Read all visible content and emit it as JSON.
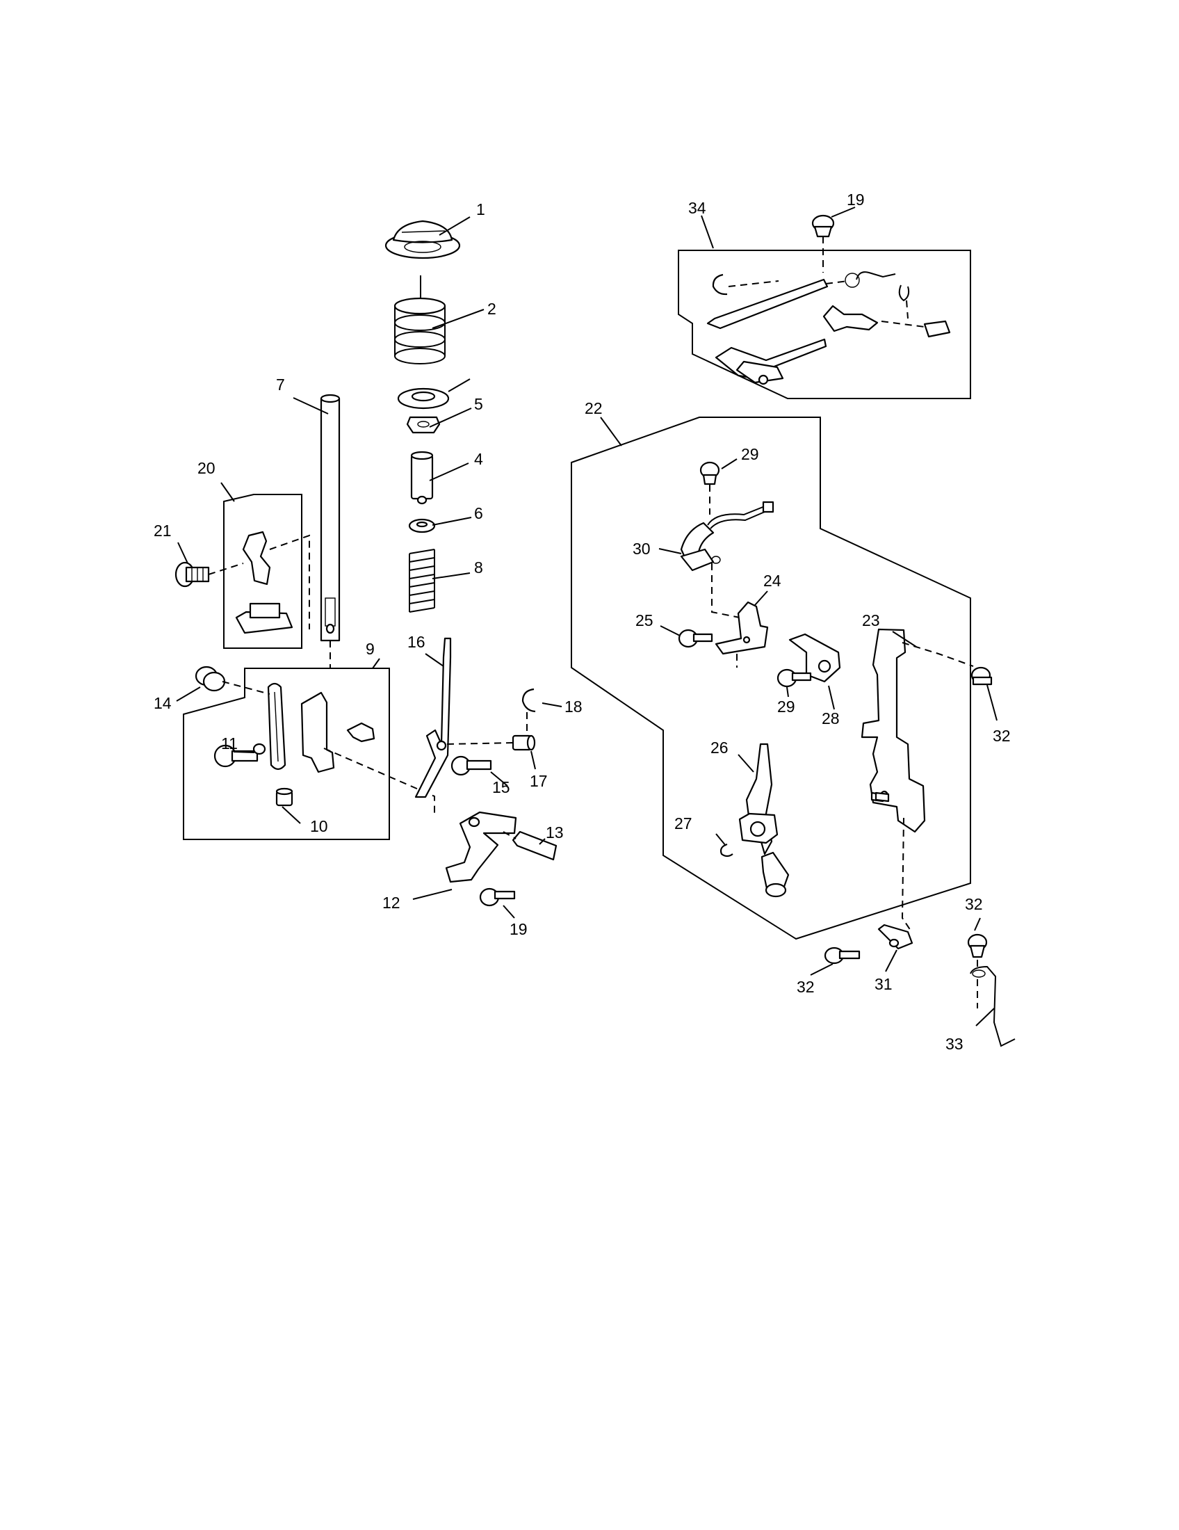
{
  "callouts": [
    {
      "id": "c1",
      "label": "1"
    },
    {
      "id": "c2",
      "label": "2"
    },
    {
      "id": "c5",
      "label": "5"
    },
    {
      "id": "c4",
      "label": "4"
    },
    {
      "id": "c6",
      "label": "6"
    },
    {
      "id": "c8",
      "label": "8"
    },
    {
      "id": "c7",
      "label": "7"
    },
    {
      "id": "c20",
      "label": "20"
    },
    {
      "id": "c21",
      "label": "21"
    },
    {
      "id": "c9",
      "label": "9"
    },
    {
      "id": "c16",
      "label": "16"
    },
    {
      "id": "c14",
      "label": "14"
    },
    {
      "id": "c11",
      "label": "11"
    },
    {
      "id": "c10",
      "label": "10"
    },
    {
      "id": "c18",
      "label": "18"
    },
    {
      "id": "c15",
      "label": "15"
    },
    {
      "id": "c17",
      "label": "17"
    },
    {
      "id": "c13",
      "label": "13"
    },
    {
      "id": "c12",
      "label": "12"
    },
    {
      "id": "c19b",
      "label": "19"
    },
    {
      "id": "c34",
      "label": "34"
    },
    {
      "id": "c19a",
      "label": "19"
    },
    {
      "id": "c22",
      "label": "22"
    },
    {
      "id": "c29a",
      "label": "29"
    },
    {
      "id": "c30",
      "label": "30"
    },
    {
      "id": "c24",
      "label": "24"
    },
    {
      "id": "c25",
      "label": "25"
    },
    {
      "id": "c23",
      "label": "23"
    },
    {
      "id": "c29b",
      "label": "29"
    },
    {
      "id": "c28",
      "label": "28"
    },
    {
      "id": "c32a",
      "label": "32"
    },
    {
      "id": "c26",
      "label": "26"
    },
    {
      "id": "c27",
      "label": "27"
    },
    {
      "id": "c32b",
      "label": "32"
    },
    {
      "id": "c32c",
      "label": "32"
    },
    {
      "id": "c31",
      "label": "31"
    },
    {
      "id": "c33",
      "label": "33"
    }
  ]
}
